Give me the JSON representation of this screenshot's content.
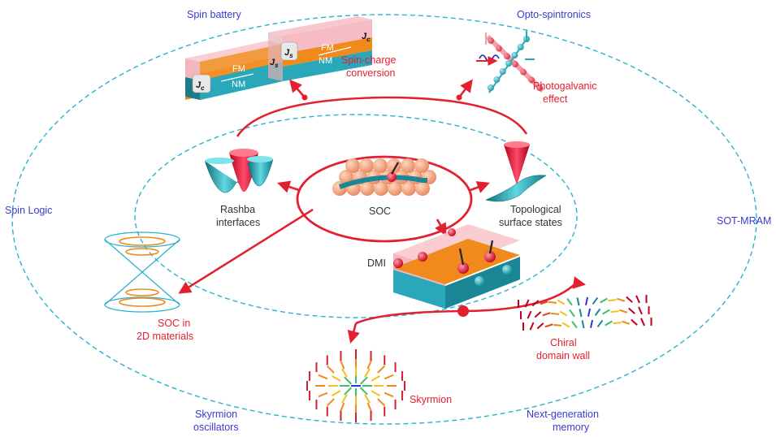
{
  "outer_labels": {
    "spin_battery": "Spin battery",
    "opto_spintronics": "Opto-spintronics",
    "spin_logic": "Spin Logic",
    "sot_mram": "SOT-MRAM",
    "skyrmion_oscillators_1": "Skyrmion",
    "skyrmion_oscillators_2": "oscillators",
    "next_gen_memory_1": "Next-generation",
    "next_gen_memory_2": "memory"
  },
  "effects": {
    "spin_charge_1": "Spin-charge",
    "spin_charge_2": "conversion",
    "photogalvanic_1": "Photogalvanic",
    "photogalvanic_2": "effect",
    "soc_2d_1": "SOC in",
    "soc_2d_2": "2D materials",
    "chiral_dw_1": "Chiral",
    "chiral_dw_2": "domain wall",
    "skyrmion": "Skyrmion"
  },
  "inner_labels": {
    "center": "SOC",
    "rashba_1": "Rashba",
    "rashba_2": "interfaces",
    "topo_1": "Topological",
    "topo_2": "surface states",
    "dmi": "DMI"
  },
  "device": {
    "fm": "FM",
    "nm": "NM",
    "jc": "J",
    "jc_sub": "c",
    "js": "J",
    "js_sub": "s"
  },
  "colors": {
    "red": "#e3202f",
    "blue_text": "#3a3ad0",
    "dashed": "#2bb3cc",
    "teal": "#2aa7b8",
    "orange": "#f08a1c",
    "pink": "#f4b6bd"
  }
}
